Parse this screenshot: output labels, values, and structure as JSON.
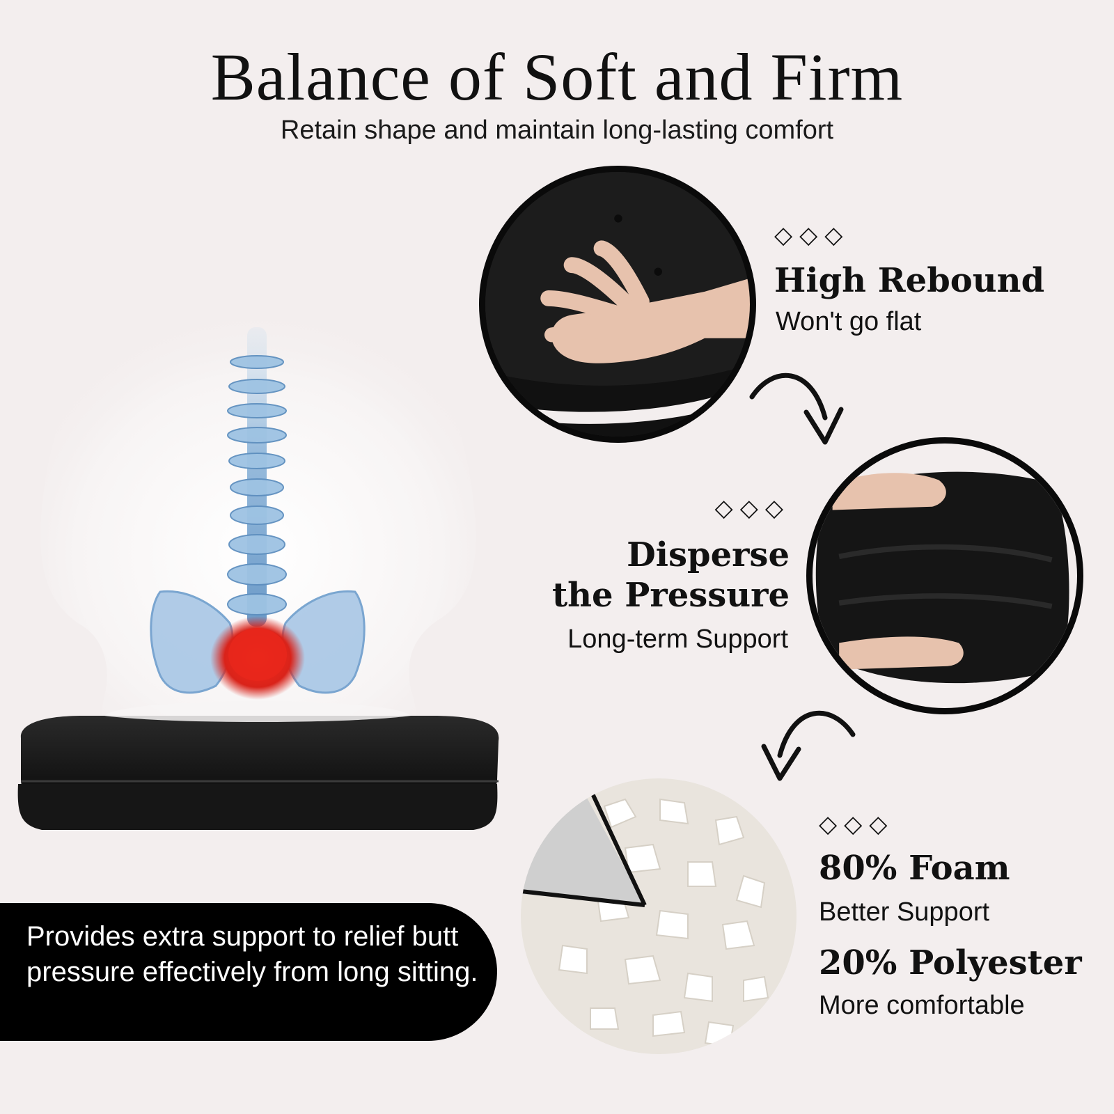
{
  "header": {
    "title": "Balance of Soft and Firm",
    "subtitle": "Retain shape and maintain long-lasting comfort"
  },
  "features": {
    "rebound": {
      "diamonds": "◇◇◇",
      "title": "High Rebound",
      "subtitle": "Won't go flat"
    },
    "pressure": {
      "diamonds": "◇◇◇",
      "title_line1": "Disperse",
      "title_line2": "the Pressure",
      "subtitle": "Long-term Support"
    },
    "filling": {
      "diamonds": "◇◇◇",
      "foam_title": "80% Foam",
      "foam_subtitle": "Better Support",
      "poly_title": "20% Polyester",
      "poly_subtitle": "More comfortable"
    }
  },
  "callout": {
    "text": "Provides extra support to relief butt pressure effectively from long sitting."
  },
  "colors": {
    "background": "#f3eeee",
    "cushion": "#141414",
    "highlight_red": "#d9231a",
    "spine_blue": "#6b9fcf"
  },
  "icons": [
    "curved-arrow-icon",
    "diamond-icon"
  ]
}
